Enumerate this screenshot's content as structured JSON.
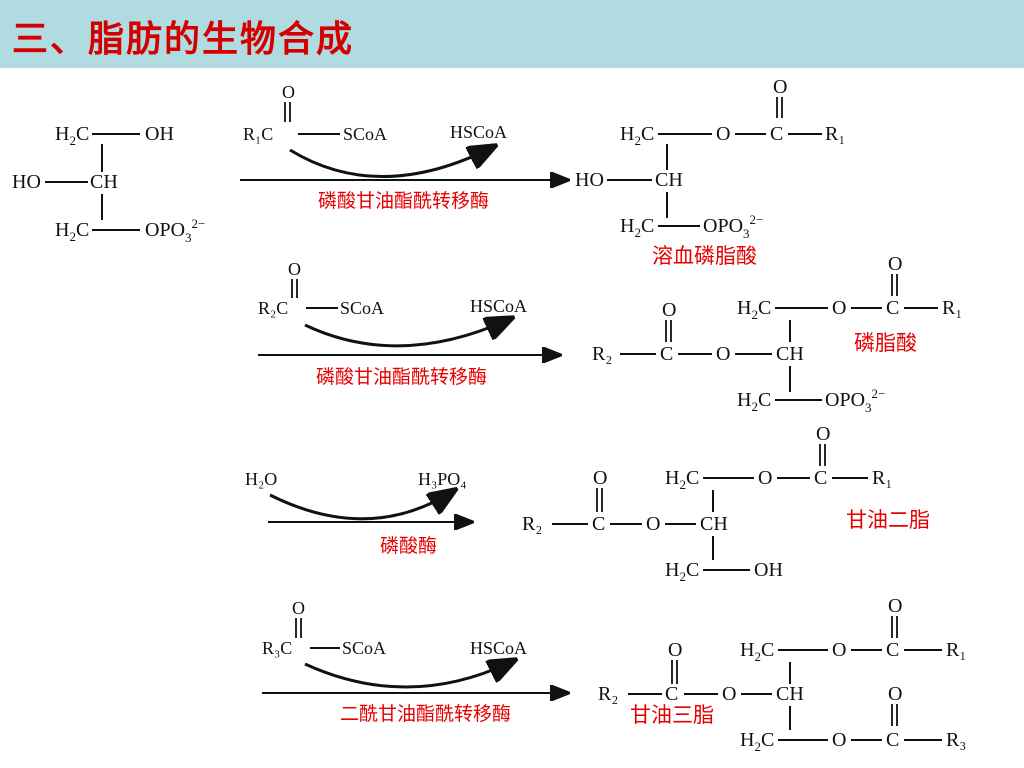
{
  "title": "三、脂肪的生物合成",
  "colors": {
    "title_bar": "#b0dbe0",
    "title_text": "#d40000",
    "label_red": "#e60000"
  },
  "labels": {
    "enzyme1": "磷酸甘油酯酰转移酶",
    "product1": "溶血磷脂酸",
    "enzyme2": "磷酸甘油酯酰转移酶",
    "product2": "磷脂酸",
    "enzyme3": "磷酸酶",
    "product3": "甘油二脂",
    "enzyme4": "二酰甘油酯酰转移酶",
    "product4": "甘油三脂"
  },
  "chem": {
    "oh": "OH",
    "ho": "HO",
    "ch": "CH",
    "o": "O",
    "opo3": "OPO",
    "po3_charge": "2−",
    "po3_sub": "3",
    "h2o": "H₂O",
    "h3po4": "H₃PO₄",
    "sco_a": "SCoA",
    "hsco_a": "HSCoA",
    "r1": "R₁",
    "r2": "R₂",
    "r3": "R₃"
  }
}
